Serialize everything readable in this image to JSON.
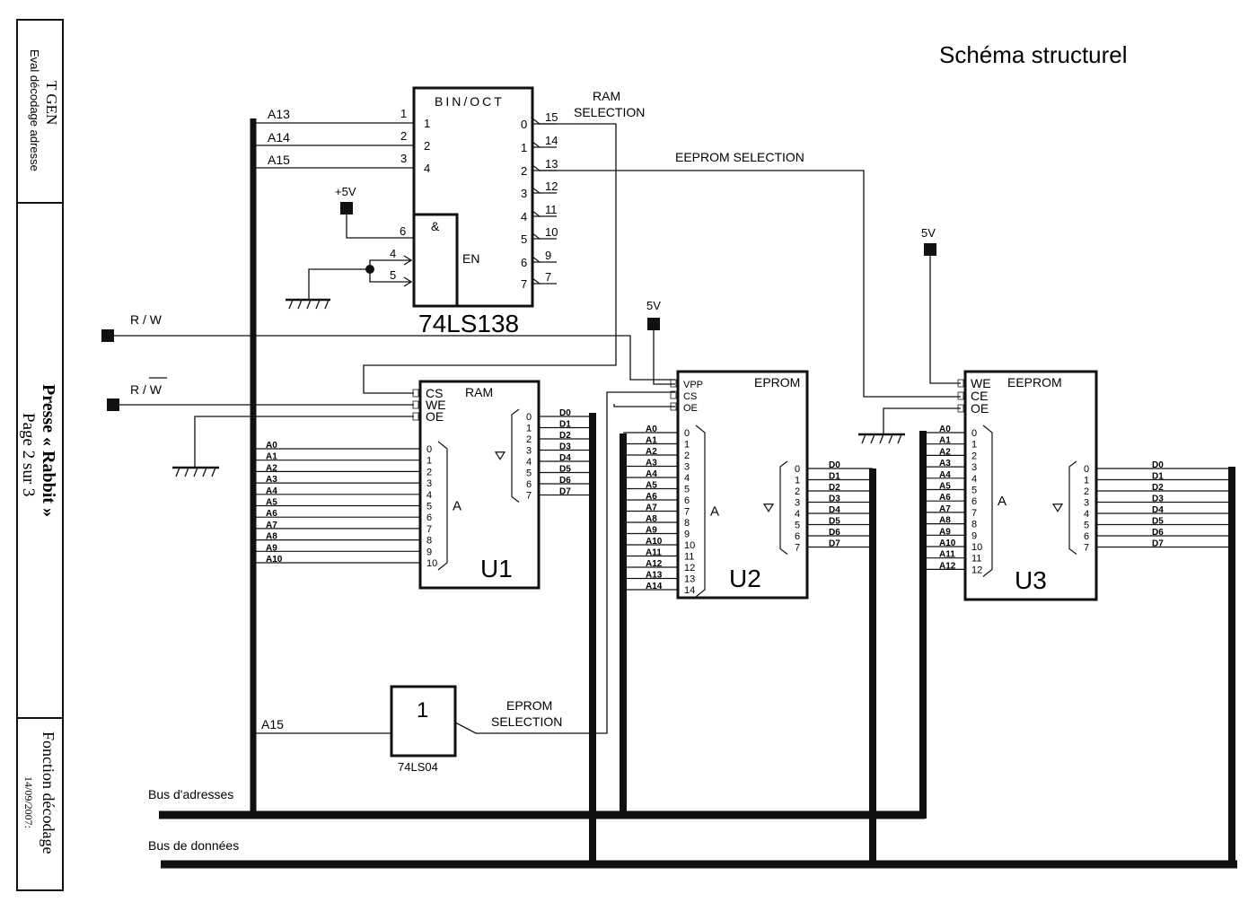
{
  "title": "Schéma structurel",
  "sidebar": {
    "course": "T GEN",
    "subject": "Eval décodage adresse",
    "project": "Presse « Rabbit »",
    "page": "Page 2 sur 3",
    "section": "Fonction décodage",
    "date": "14/09/2007:"
  },
  "decoder": {
    "header": "BIN/OCT",
    "part": "74LS138",
    "inputs": [
      "1",
      "2",
      "4"
    ],
    "input_pins": [
      "1",
      "2",
      "3"
    ],
    "addr_labels": [
      "A13",
      "A14",
      "A15"
    ],
    "and_label": "&",
    "en_label": "EN",
    "en_pins": [
      "6",
      "4",
      "5"
    ],
    "outputs": [
      "0",
      "1",
      "2",
      "3",
      "4",
      "5",
      "6",
      "7"
    ],
    "output_pins": [
      "15",
      "14",
      "13",
      "12",
      "11",
      "10",
      "9",
      "7"
    ],
    "vcc": "+5V"
  },
  "signals": {
    "ram_sel_1": "RAM",
    "ram_sel_2": "SELECTION",
    "eeprom_sel": "EEPROM SELECTION",
    "eprom_sel_1": "EPROM",
    "eprom_sel_2": "SELECTION",
    "rw1": "R / W",
    "rw2": "R / W",
    "vcc_u2": "5V",
    "vcc_u3": "5V"
  },
  "u1": {
    "name": "U1",
    "type": "RAM",
    "ctrl": [
      "CS",
      "WE",
      "OE"
    ],
    "addr": [
      "A0",
      "A1",
      "A2",
      "A3",
      "A4",
      "A5",
      "A6",
      "A7",
      "A8",
      "A9",
      "A10"
    ],
    "data": [
      "D0",
      "D1",
      "D2",
      "D3",
      "D4",
      "D5",
      "D6",
      "D7"
    ],
    "a_label": "A"
  },
  "u2": {
    "name": "U2",
    "type": "EPROM",
    "ctrl": [
      "VPP",
      "CS",
      "OE"
    ],
    "addr": [
      "A0",
      "A1",
      "A2",
      "A3",
      "A4",
      "A5",
      "A6",
      "A7",
      "A8",
      "A9",
      "A10",
      "A11",
      "A12",
      "A13",
      "A14"
    ],
    "data": [
      "D0",
      "D1",
      "D2",
      "D3",
      "D4",
      "D5",
      "D6",
      "D7"
    ],
    "a_label": "A"
  },
  "u3": {
    "name": "U3",
    "type": "EEPROM",
    "ctrl": [
      "WE",
      "CE",
      "OE"
    ],
    "addr": [
      "A0",
      "A1",
      "A2",
      "A3",
      "A4",
      "A5",
      "A6",
      "A7",
      "A8",
      "A9",
      "A10",
      "A11",
      "A12"
    ],
    "data": [
      "D0",
      "D1",
      "D2",
      "D3",
      "D4",
      "D5",
      "D6",
      "D7"
    ],
    "a_label": "A"
  },
  "inverter": {
    "symbol": "1",
    "part": "74LS04",
    "input": "A15"
  },
  "buses": {
    "address": "Bus d'adresses",
    "data": "Bus de données"
  }
}
